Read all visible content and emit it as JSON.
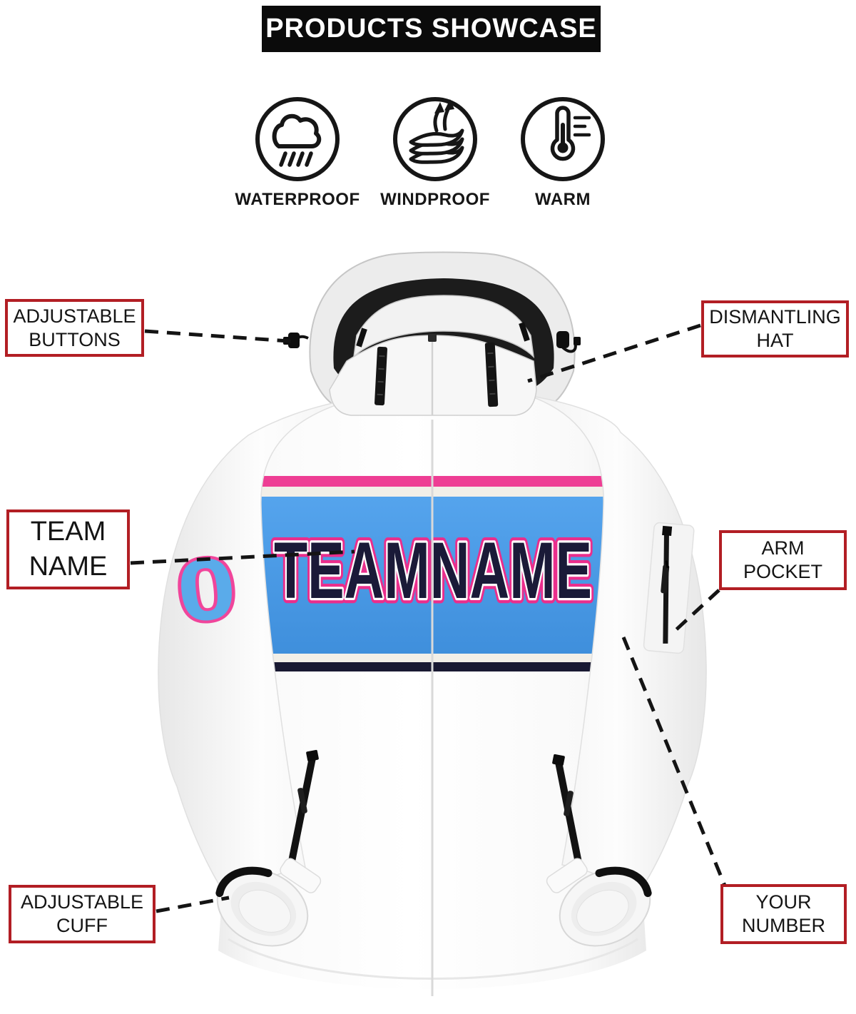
{
  "header": {
    "title": "PRODUCTS SHOWCASE"
  },
  "features": [
    {
      "label": "WATERPROOF",
      "icon": "waterproof-icon"
    },
    {
      "label": "WINDPROOF",
      "icon": "windproof-icon"
    },
    {
      "label": "WARM",
      "icon": "warm-icon"
    }
  ],
  "callouts": {
    "adjustable_buttons": "ADJUSTABLE BUTTONS",
    "dismantling_hat": "DISMANTLING HAT",
    "team_name": "TEAM NAME",
    "arm_pocket": "ARM POCKET",
    "adjustable_cuff": "ADJUSTABLE CUFF",
    "your_number": "YOUR NUMBER"
  },
  "jacket": {
    "team_name_text": "TEAMNAME",
    "number": "0"
  },
  "colors": {
    "callout_border_red": "#B21E24",
    "stripe_pink": "#EE3E94",
    "band_blue": "#4A9BE8",
    "stripe_navy": "#191932",
    "letter_navy": "#1A1A38",
    "number_blue": "#5AABEA",
    "outline_pink": "#EA2E8C"
  }
}
